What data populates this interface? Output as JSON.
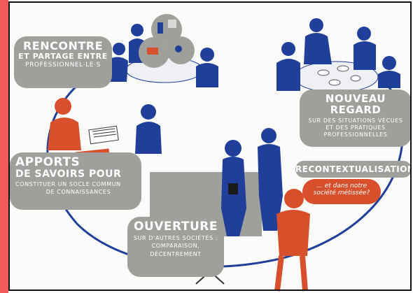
{
  "bubbles": {
    "rencontre": {
      "line1": "RENCONTRE",
      "line2": "ET PARTAGE ENTRE",
      "line3": "PROFESSIONNEL·LE·S"
    },
    "nouveau_regard": {
      "line1": "NOUVEAU REGARD",
      "line2": "SUR DES SITUATIONS VÉCUES",
      "line3": "ET DES PRATIQUES",
      "line4": "PROFESSIONNELLES"
    },
    "apports": {
      "line1": "APPORTS",
      "line2": "DE SAVOIRS POUR",
      "line3": "CONSTITUER UN SOCLE COMMUN",
      "line4": "DE CONNAISSANCES"
    },
    "recontextualisation": {
      "line1": "RECONTEXTUALISATION"
    },
    "speech": {
      "line1": "… et dans notre",
      "line2": "société métissée?"
    },
    "ouverture": {
      "line1": "OUVERTURE",
      "line2": "SUR D'AUTRES SOCIÉTÉS :",
      "line3": "COMPARAISON,",
      "line4": "DÉCENTREMENT"
    }
  },
  "colors": {
    "blue": "#1f3f9a",
    "orange": "#d84f2c",
    "grey": "#9fa09c",
    "red_bar": "#f05a5a"
  }
}
